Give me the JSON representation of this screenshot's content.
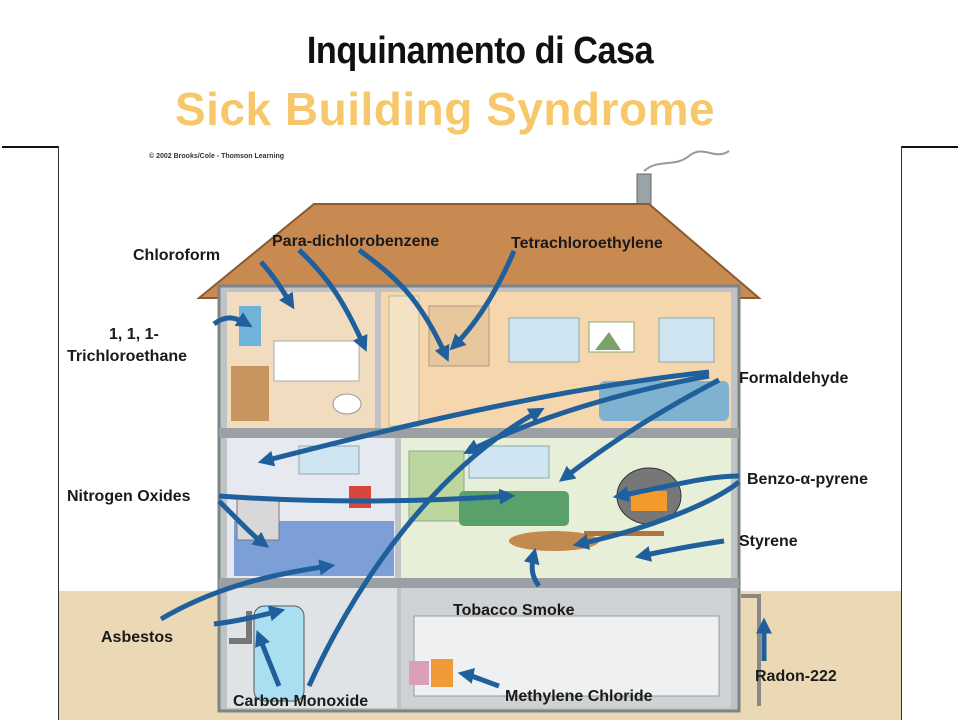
{
  "title": "Inquinamento di Casa",
  "subtitle": "Sick Building Syndrome",
  "diagram": {
    "copyright": "© 2002 Brooks/Cole - Thomson Learning",
    "labels": {
      "chloroform": "Chloroform",
      "para": "Para-dichlorobenzene",
      "tetra": "Tetrachloroethylene",
      "trichloro_1": "1, 1, 1-",
      "trichloro_2": "Trichloroethane",
      "formaldehyde": "Formaldehyde",
      "nitrogen": "Nitrogen Oxides",
      "benzo": "Benzo-α-pyrene",
      "styrene": "Styrene",
      "tobacco": "Tobacco Smoke",
      "asbestos": "Asbestos",
      "radon": "Radon-222",
      "carbon": "Carbon Monoxide",
      "methylene": "Methylene Chloride"
    }
  },
  "colors": {
    "subtitle": "#f7c86b",
    "arrow": "#1f5f9b",
    "roof": "#c98a52",
    "wall": "#bfc3c6"
  }
}
